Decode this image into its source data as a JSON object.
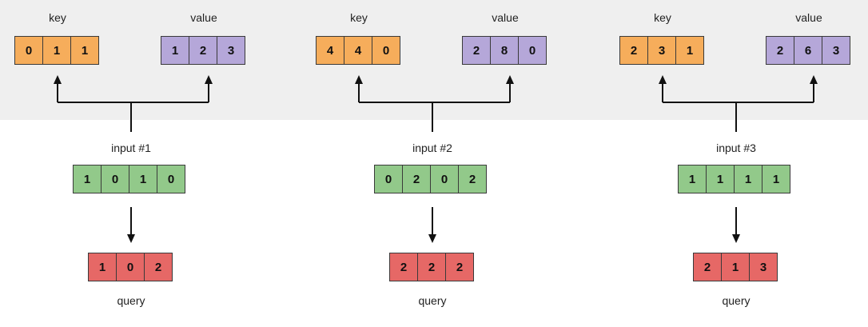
{
  "panels": [
    {
      "input_label": "input #1",
      "input": [
        "1",
        "0",
        "1",
        "0"
      ],
      "key_label": "key",
      "key": [
        "0",
        "1",
        "1"
      ],
      "value_label": "value",
      "value": [
        "1",
        "2",
        "3"
      ],
      "query_label": "query",
      "query": [
        "1",
        "0",
        "2"
      ]
    },
    {
      "input_label": "input #2",
      "input": [
        "0",
        "2",
        "0",
        "2"
      ],
      "key_label": "key",
      "key": [
        "4",
        "4",
        "0"
      ],
      "value_label": "value",
      "value": [
        "2",
        "8",
        "0"
      ],
      "query_label": "query",
      "query": [
        "2",
        "2",
        "2"
      ]
    },
    {
      "input_label": "input #3",
      "input": [
        "1",
        "1",
        "1",
        "1"
      ],
      "key_label": "key",
      "key": [
        "2",
        "3",
        "1"
      ],
      "value_label": "value",
      "value": [
        "2",
        "6",
        "3"
      ],
      "query_label": "query",
      "query": [
        "2",
        "1",
        "3"
      ]
    }
  ],
  "colors": {
    "key": "#f6ad5b",
    "value": "#b5a7d9",
    "input": "#92c98a",
    "query": "#e66866",
    "band": "#efefef"
  }
}
